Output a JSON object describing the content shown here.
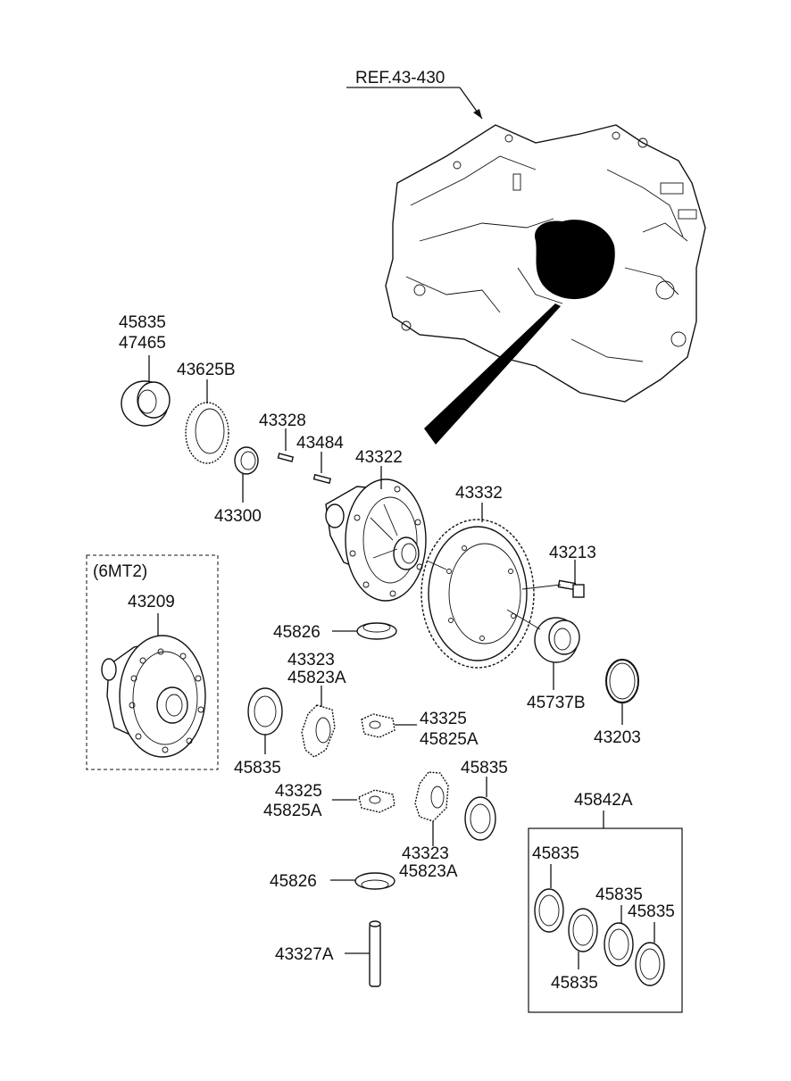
{
  "ref_label": "REF.43-430",
  "labels": {
    "p45835_top": "45835",
    "p47465": "47465",
    "p43625b": "43625B",
    "p43328": "43328",
    "p43484": "43484",
    "p43322": "43322",
    "p43300": "43300",
    "p43332": "43332",
    "p43213": "43213",
    "p45826_a": "45826",
    "p45737b": "45737B",
    "p43203": "43203",
    "p43323_a": "43323",
    "p45823a_a": "45823A",
    "p45835_mid": "45835",
    "p43325_a": "43325",
    "p45825a_a": "45825A",
    "p43325_b": "43325",
    "p45825a_b": "45825A",
    "p45835_r": "45835",
    "p43323_b": "43323",
    "p45823a_b": "45823A",
    "p45826_b": "45826",
    "p43327a": "43327A",
    "p45842a": "45842A",
    "kit_45835_1": "45835",
    "kit_45835_2": "45835",
    "kit_45835_3": "45835",
    "kit_45835_4": "45835"
  },
  "variant_box": {
    "title": "(6MT2)",
    "part": "43209"
  }
}
